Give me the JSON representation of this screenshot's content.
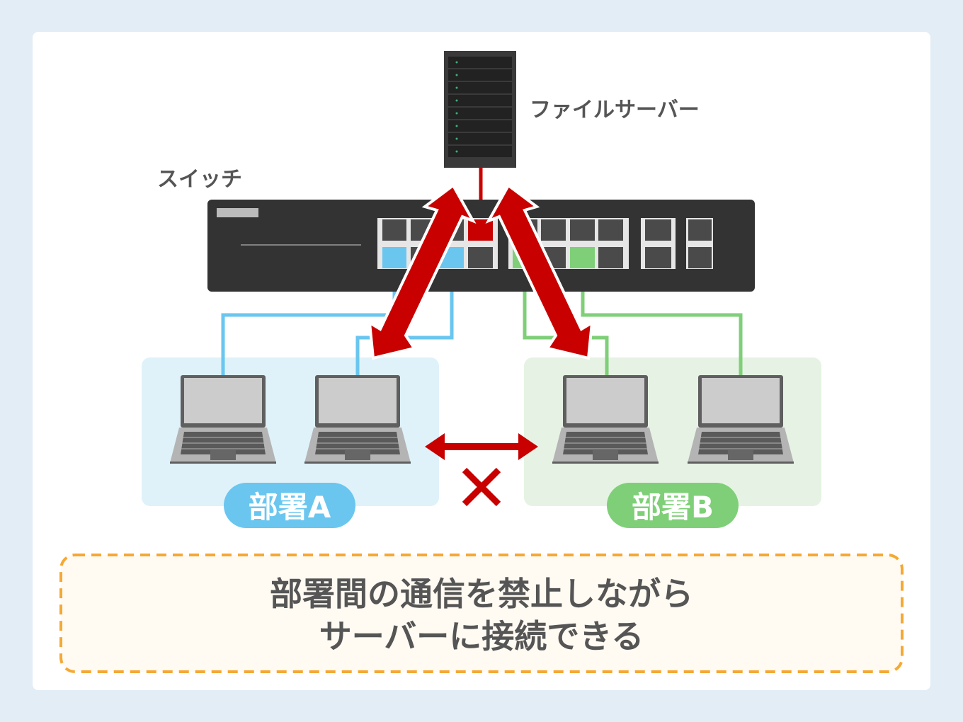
{
  "labels": {
    "server": "ファイルサーバー",
    "switch": "スイッチ",
    "dept_a": "部署A",
    "dept_b": "部署B"
  },
  "caption": {
    "line1": "部署間の通信を禁止しながら",
    "line2": "サーバーに接続できる"
  },
  "colors": {
    "dept_a": "#6ac6ef",
    "dept_b": "#7fcf78",
    "arrow": "#c80000",
    "accent_border": "#f5a833"
  }
}
